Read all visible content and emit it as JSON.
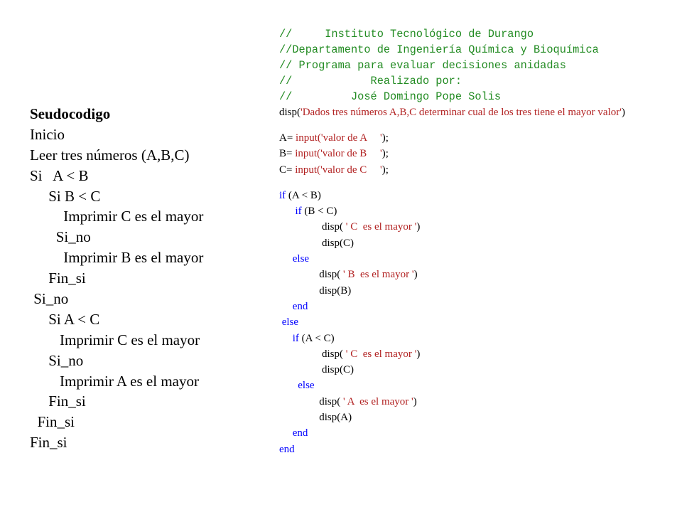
{
  "pseudocode": {
    "title": "Seudocodigo",
    "lines": [
      "Inicio",
      "Leer tres números (A,B,C)",
      "Si   A < B",
      "     Si B < C",
      "         Imprimir C es el mayor",
      "       Si_no",
      "         Imprimir B es el mayor",
      "     Fin_si",
      " Si_no",
      "     Si A < C",
      "        Imprimir C es el mayor",
      "     Si_no",
      "        Imprimir A es el mayor",
      "     Fin_si",
      "  Fin_si",
      "Fin_si"
    ]
  },
  "code": {
    "comments": [
      "//     Instituto Tecnológico de Durango",
      "//Departamento de Ingeniería Química y Bioquímica",
      "// Programa para evaluar decisiones anidadas",
      "//            Realizado por:",
      "//         José Domingo Pope Solis"
    ],
    "disp_intro": {
      "fn": "disp(",
      "str": "'Dados tres  números A,B,C determinar cual de los tres tiene el mayor valor'",
      "close": ")"
    },
    "inputs": [
      {
        "lhs": "A= ",
        "fn": "input(",
        "str": "'valor de A     '",
        "close": ");"
      },
      {
        "lhs": "B= ",
        "fn": "input(",
        "str": "'valor de B     '",
        "close": ");"
      },
      {
        "lhs": "C= ",
        "fn": "input(",
        "str": "'valor de C     '",
        "close": ");"
      }
    ],
    "body": [
      {
        "indent": "",
        "kw": "if",
        "rest": " (A < B)"
      },
      {
        "indent": "      ",
        "kw": "if",
        "rest": " (B < C)"
      },
      {
        "indent": "                ",
        "pre": "disp(",
        "str": " ' C  es el mayor '",
        "post": ")"
      },
      {
        "indent": "                ",
        "pre": "disp(C)"
      },
      {
        "indent": "     ",
        "kw": "else"
      },
      {
        "indent": "               ",
        "pre": "disp(",
        "str": " ' B  es el mayor '",
        "post": ")"
      },
      {
        "indent": "               ",
        "pre": "disp(B)"
      },
      {
        "indent": "     ",
        "kw": "end"
      },
      {
        "indent": " ",
        "kw": "else"
      },
      {
        "indent": "     ",
        "kw": "if",
        "rest": " (A < C)"
      },
      {
        "indent": "                ",
        "pre": "disp(",
        "str": " ' C  es el mayor '",
        "post": ")"
      },
      {
        "indent": "                ",
        "pre": "disp(C)"
      },
      {
        "indent": "       ",
        "kw": "else"
      },
      {
        "indent": "               ",
        "pre": "disp(",
        "str": " ' A  es el mayor '",
        "post": ")"
      },
      {
        "indent": "               ",
        "pre": "disp(A)"
      },
      {
        "indent": "     ",
        "kw": "end"
      },
      {
        "indent": "",
        "kw": "end"
      }
    ]
  },
  "colors": {
    "comment": "#228b22",
    "keyword": "#0000ff",
    "string": "#b22222",
    "text": "#000000"
  }
}
